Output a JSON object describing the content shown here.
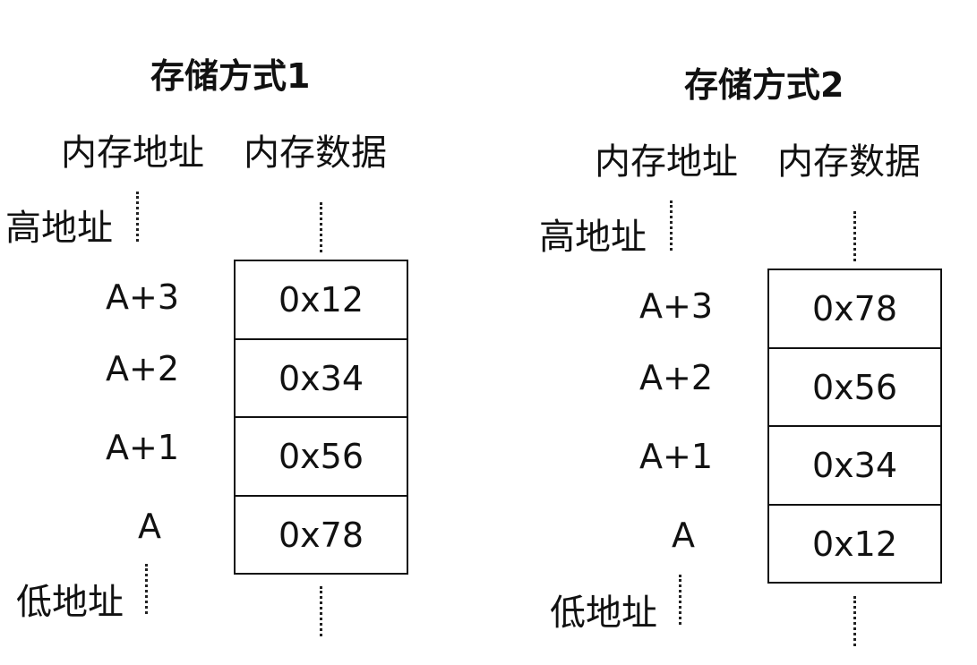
{
  "panels": [
    {
      "title": "存储方式1",
      "addr_header": "内存地址",
      "data_header": "内存数据",
      "high_label": "高地址",
      "low_label": "低地址",
      "rows": [
        {
          "addr": "A+3",
          "value": "0x12"
        },
        {
          "addr": "A+2",
          "value": "0x34"
        },
        {
          "addr": "A+1",
          "value": "0x56"
        },
        {
          "addr": "A",
          "value": "0x78"
        }
      ]
    },
    {
      "title": "存储方式2",
      "addr_header": "内存地址",
      "data_header": "内存数据",
      "high_label": "高地址",
      "low_label": "低地址",
      "rows": [
        {
          "addr": "A+3",
          "value": "0x78"
        },
        {
          "addr": "A+2",
          "value": "0x56"
        },
        {
          "addr": "A+1",
          "value": "0x34"
        },
        {
          "addr": "A",
          "value": "0x12"
        }
      ]
    }
  ]
}
